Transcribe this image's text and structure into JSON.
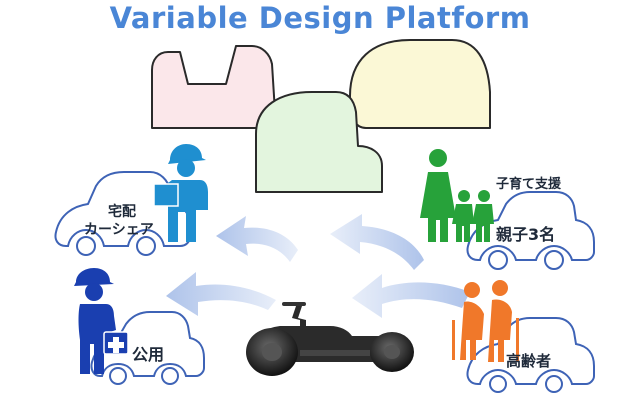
{
  "title": "Variable Design Platform",
  "labels": {
    "delivery": "宅配",
    "carshare": "カーシェア",
    "childcare": "子育て支援",
    "family": "親子3名",
    "public": "公用",
    "elderly": "高齢者"
  },
  "colors": {
    "title": "#4a86d6",
    "body_pink": "#fbe7ea",
    "body_green": "#e3f5de",
    "body_yellow": "#fbf8d6",
    "courier_blue": "#1f8fd0",
    "officer_blue": "#1a3fb0",
    "family_green": "#27a23a",
    "elderly_orange": "#f0782a",
    "arrow": "#c3d3ee",
    "car_outline": "#3e63b6"
  }
}
